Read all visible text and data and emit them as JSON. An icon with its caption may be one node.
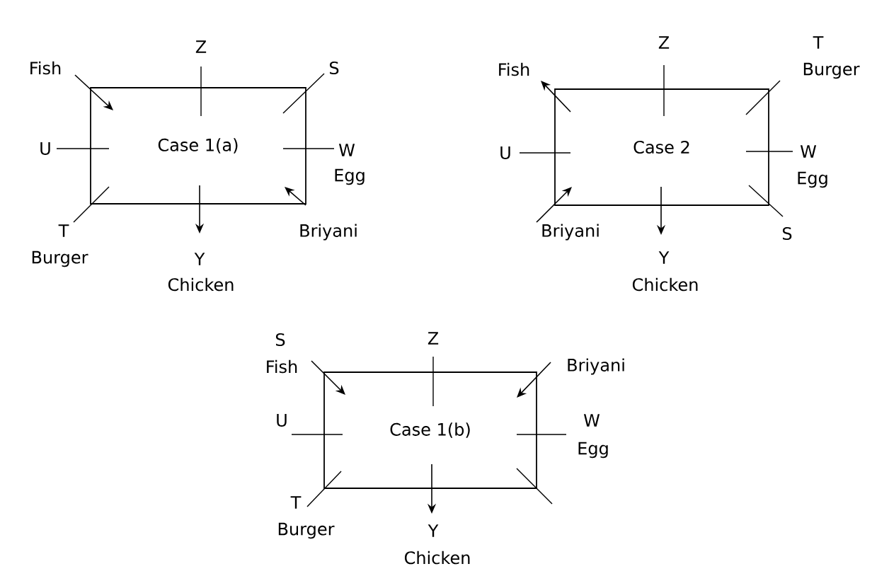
{
  "diagram": {
    "nodes": [
      {
        "text": [
          "Case 1(a)"
        ],
        "beside": [
          "Z",
          "Fish",
          "S",
          "U",
          "W",
          "Egg",
          "T",
          "Briyani",
          "Burger",
          "Y",
          "Chicken"
        ]
      },
      {
        "text": [
          "Case 2"
        ],
        "beside": [
          "Z",
          "T",
          "Fish",
          "Burger",
          "U",
          "W",
          "Egg",
          "Briyani",
          "S",
          "Y",
          "Chicken"
        ]
      },
      {
        "text": [
          "Case 1(b)"
        ],
        "beside": [
          "S",
          "Z",
          "Fish",
          "Briyani",
          "U",
          "W",
          "Egg",
          "T",
          "Burger",
          "Y",
          "Chicken"
        ]
      }
    ]
  }
}
